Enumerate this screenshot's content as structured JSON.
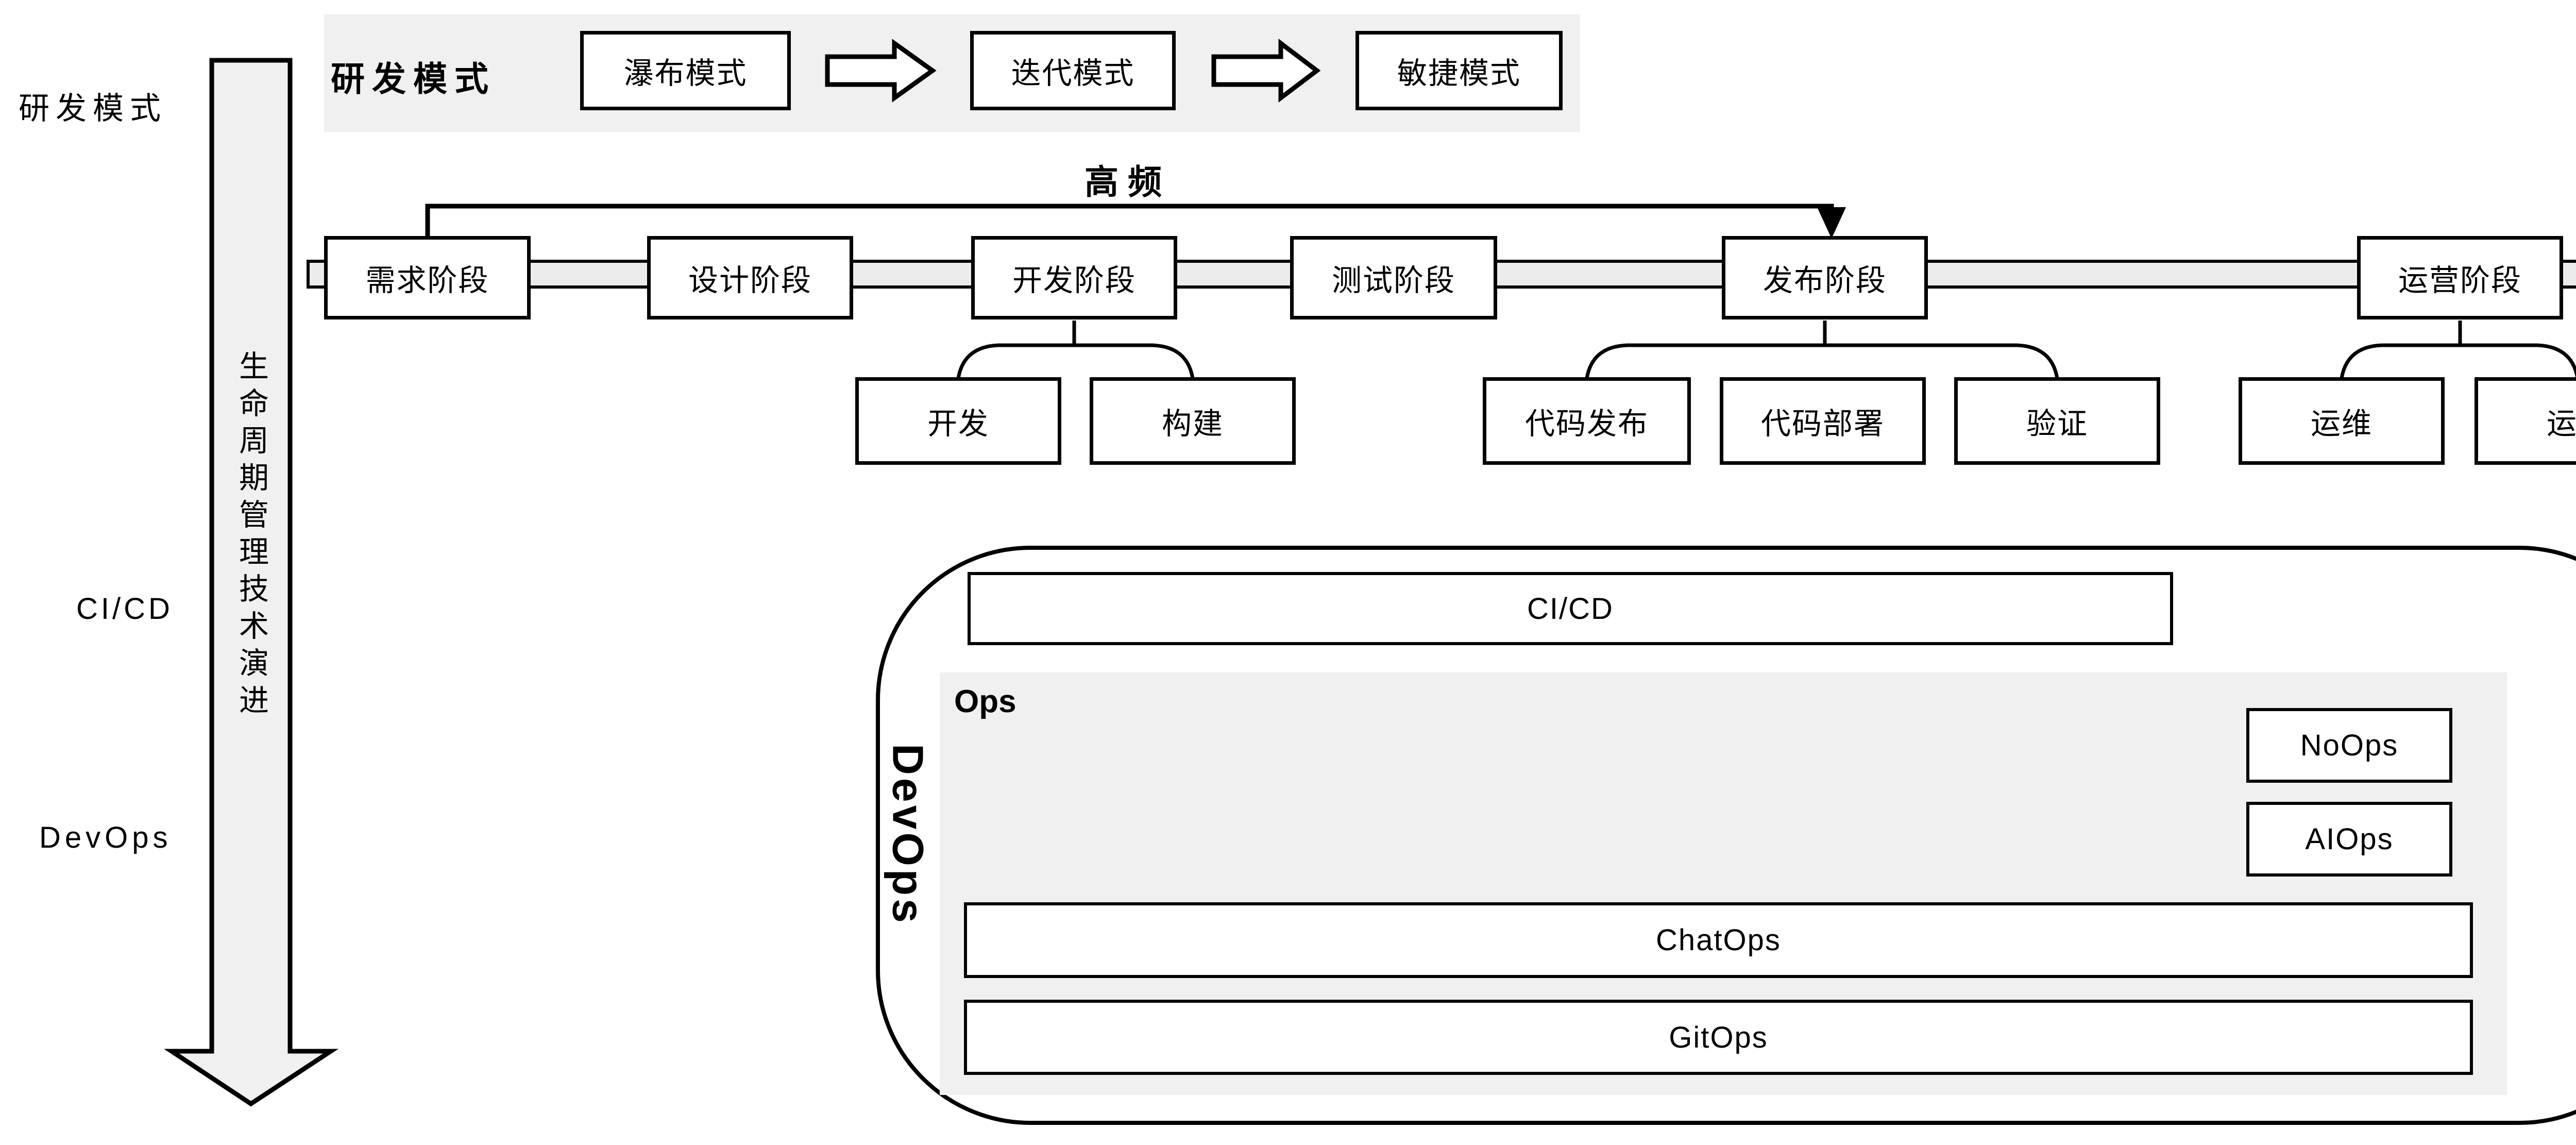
{
  "colors": {
    "panel_gray": "#f0f0f0",
    "band_gray": "#ececec",
    "box_fill": "#ffffff",
    "line_black": "#000000"
  },
  "left_rail": {
    "dev_mode_label": "研发模式",
    "cicd_label": "CI/CD",
    "devops_label": "DevOps",
    "evolution_arrow_label": "生命周期管理技术演进"
  },
  "dev_mode_track": {
    "title": "研发模式",
    "modes": [
      "瀑布模式",
      "迭代模式",
      "敏捷模式"
    ]
  },
  "pipeline": {
    "high_frequency_label": "高频",
    "stages": [
      "需求阶段",
      "设计阶段",
      "开发阶段",
      "测试阶段",
      "发布阶段",
      "运营阶段"
    ],
    "develop_children": [
      "开发",
      "构建"
    ],
    "release_children": [
      "代码发布",
      "代码部署",
      "验证"
    ],
    "operate_children": [
      "运维",
      "运营"
    ]
  },
  "devops": {
    "container_label": "DevOps",
    "cicd_box": "CI/CD",
    "ops": {
      "label": "Ops",
      "stack": [
        "NoOps",
        "AIOps"
      ],
      "rows": [
        "ChatOps",
        "GitOps"
      ]
    }
  }
}
